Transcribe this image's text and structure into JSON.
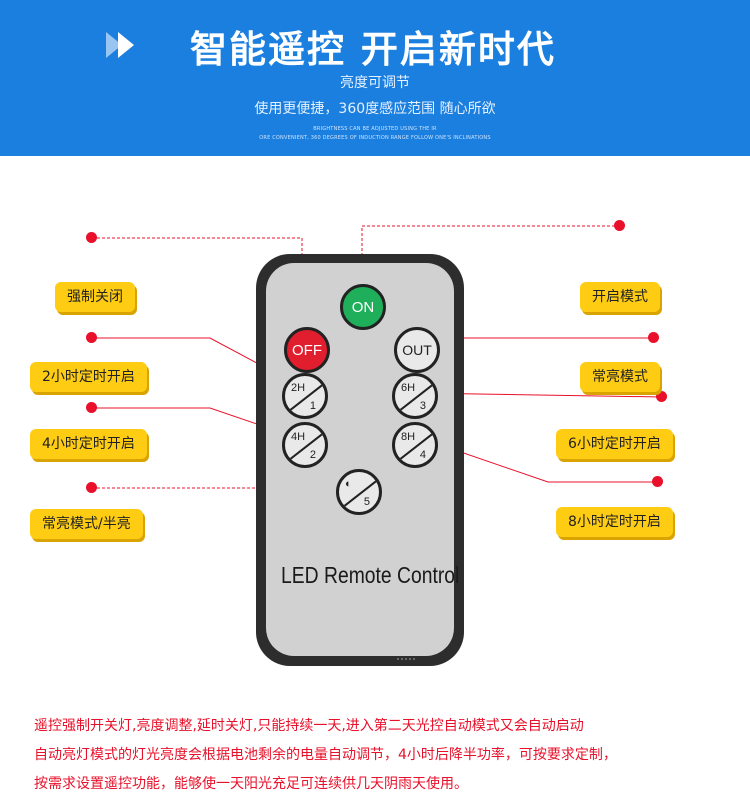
{
  "banner": {
    "headline": "智能遥控 开启新时代",
    "subtitle": "亮度可调节",
    "tagline": "使用更便捷，360度感应范围 随心所欲",
    "english_line1": "BRIGHTNESS CAN BE ADJUSTED USING THE IR",
    "english_line2": "ORE CONVENIENT, 360 DEGREES OF INDUCTION RANGE FOLLOW ONE'S INCLINATIONS",
    "color": "#1b7fe0"
  },
  "remote": {
    "on_label": "ON",
    "off_label": "OFF",
    "out_label": "OUT",
    "timer_2h": {
      "top": "2H",
      "bottom": "1"
    },
    "timer_4h": {
      "top": "4H",
      "bottom": "2"
    },
    "timer_6h": {
      "top": "6H",
      "bottom": "3"
    },
    "timer_8h": {
      "top": "8H",
      "bottom": "4"
    },
    "dim": {
      "top": "◐",
      "bottom": "5"
    },
    "brand_text": "LED Remote Control",
    "on_color": "#1fae5a",
    "off_color": "#e01e2e"
  },
  "labels": {
    "force_off": "强制关闭",
    "timer_2h": "2小时定时开启",
    "timer_4h": "4小时定时开启",
    "steady_half": "常亮模式/半亮",
    "on_mode": "开启模式",
    "steady": "常亮模式",
    "timer_6h": "6小时定时开启",
    "timer_8h": "8小时定时开启",
    "label_color": "#ffcc14"
  },
  "footer": {
    "line1": "遥控强制开关灯,亮度调整,延时关灯,只能持续一天,进入第二天光控自动模式又会自动启动",
    "line2": "自动亮灯模式的灯光亮度会根据电池剩余的电量自动调节，4小时后降半功率，可按要求定制，",
    "line3": "按需求设置遥控功能，能够使一天阳光充足可连续供几天阴雨天使用。",
    "color": "#e8102a"
  }
}
